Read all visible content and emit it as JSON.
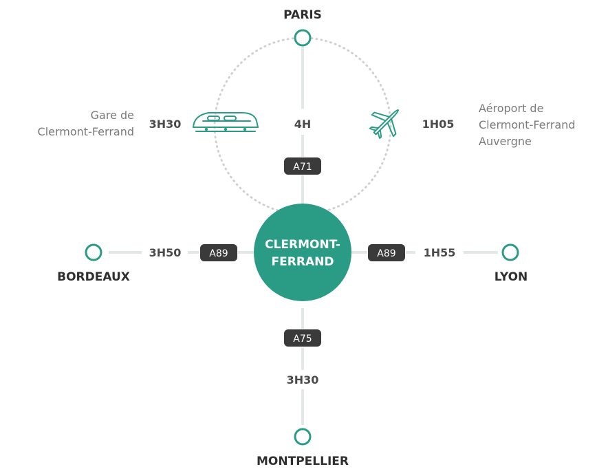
{
  "center": {
    "line1": "CLERMONT-",
    "line2": "FERRAND"
  },
  "cities": {
    "north": "PARIS",
    "west": "BORDEAUX",
    "east": "LYON",
    "south": "MONTPELLIER"
  },
  "times": {
    "north_road": "4H",
    "west": "3H50",
    "east": "1H55",
    "south": "3H30",
    "train": "3H30",
    "plane": "1H05"
  },
  "roads": {
    "north": "A71",
    "west": "A89",
    "east": "A89",
    "south": "A75"
  },
  "train_station": {
    "line1": "Gare de",
    "line2": "Clermont-Ferrand"
  },
  "airport": {
    "line1": "Aéroport de",
    "line2": "Clermont-Ferrand",
    "line3": "Auvergne"
  },
  "icons": {
    "train": "train-icon",
    "plane": "plane-icon",
    "city_marker": "circle-marker-icon"
  },
  "colors": {
    "accent": "#2a9c86",
    "road_badge": "#3a3a3a",
    "line": "#e3e8e6",
    "dotted": "#d3d3d3"
  }
}
